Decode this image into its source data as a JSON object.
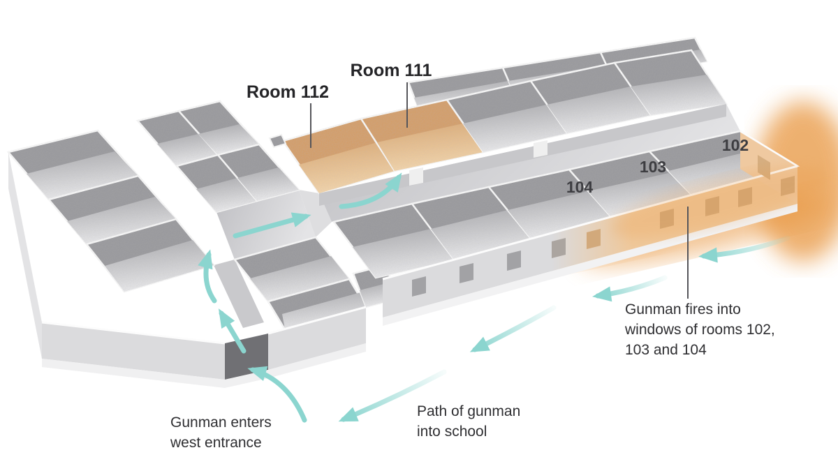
{
  "diagram": {
    "type": "3d-floorplan-infographic",
    "subject": "School building floor plan showing path of gunman",
    "labels": {
      "room112": "Room 112",
      "room111": "Room 111",
      "room102": "102",
      "room103": "103",
      "room104": "104"
    },
    "annotations": {
      "fires": {
        "line1": "Gunman fires into",
        "line2": "windows of rooms 102,",
        "line3": "103 and 104"
      },
      "enters": {
        "line1": "Gunman enters",
        "line2": "west entrance"
      },
      "path": {
        "line1": "Path of gunman",
        "line2": "into school"
      }
    },
    "colors": {
      "arrow_teal": "#8BD5CF",
      "highlight_room_wall_orange": "#D69D60",
      "highlight_room_floor_orange": "#F3D0A3",
      "exterior_wall_orange": "#EFC89B",
      "glow_orange": "#E8963F",
      "wall_gray": "#97979B",
      "floor_gray_light": "#E9E9EB",
      "exterior_wall_gray": "#DBDBDD",
      "label_dark": "#242427",
      "leader_line": "#55555A",
      "background": "#FFFFFF"
    }
  }
}
